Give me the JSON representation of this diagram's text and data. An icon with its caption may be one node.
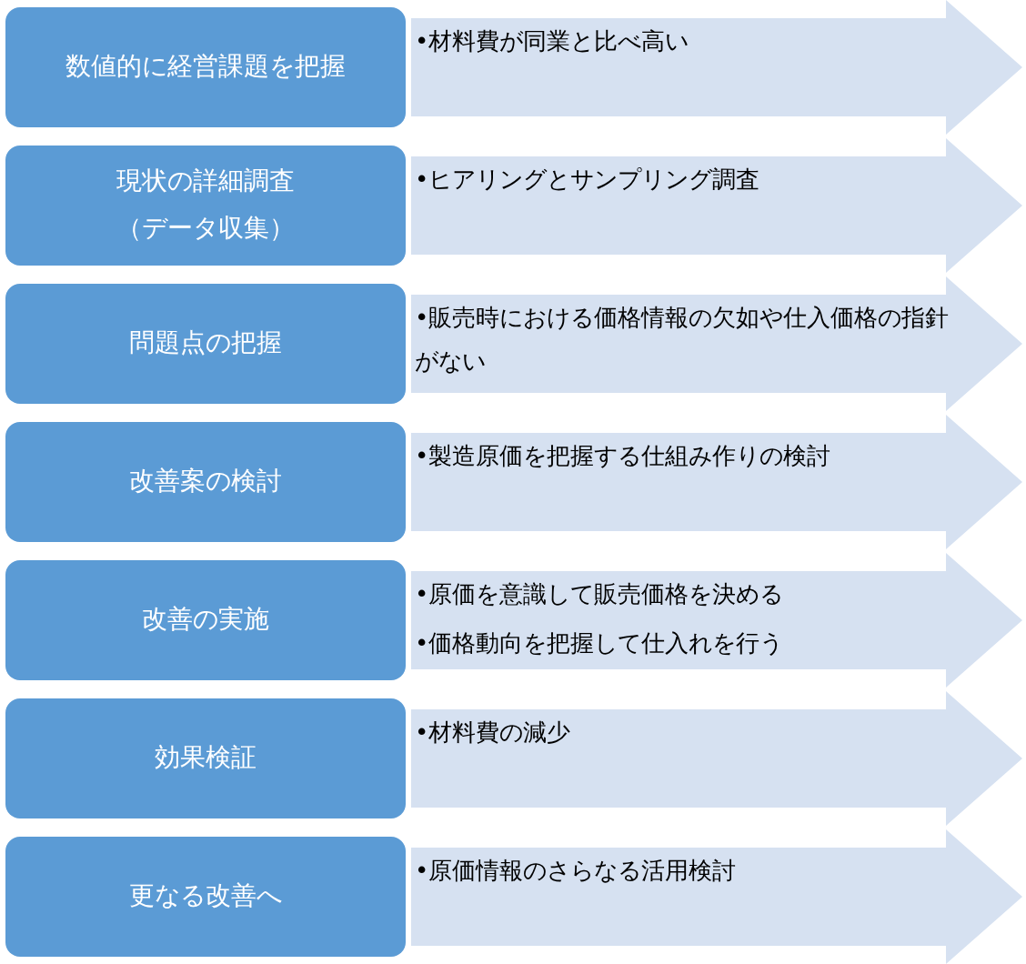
{
  "diagram": {
    "nodes": [
      {
        "text": [
          "数値的に経営課題を把握"
        ]
      },
      {
        "text": [
          "•材料費が同業と比べ高い"
        ]
      },
      {
        "text": [
          "現状の詳細調査（データ収集）"
        ]
      },
      {
        "text": [
          "•ヒアリングとサンプリング調査"
        ]
      },
      {
        "text": [
          "問題点の把握"
        ]
      },
      {
        "text": [
          "•販売時における価格情報の欠如や仕入価格の指針がない"
        ]
      },
      {
        "text": [
          "改善案の検討"
        ]
      },
      {
        "text": [
          "•製造原価を把握する仕組み作りの検討"
        ]
      },
      {
        "text": [
          "改善の実施"
        ]
      },
      {
        "text": [
          "•原価を意識して販売価格を決める",
          "•価格動向を把握して仕入れを行う"
        ]
      },
      {
        "text": [
          "効果検証"
        ]
      },
      {
        "text": [
          "•材料費の減少"
        ]
      },
      {
        "text": [
          "更なる改善へ"
        ]
      },
      {
        "text": [
          "•原価情報のさらなる活用検討"
        ]
      }
    ]
  }
}
